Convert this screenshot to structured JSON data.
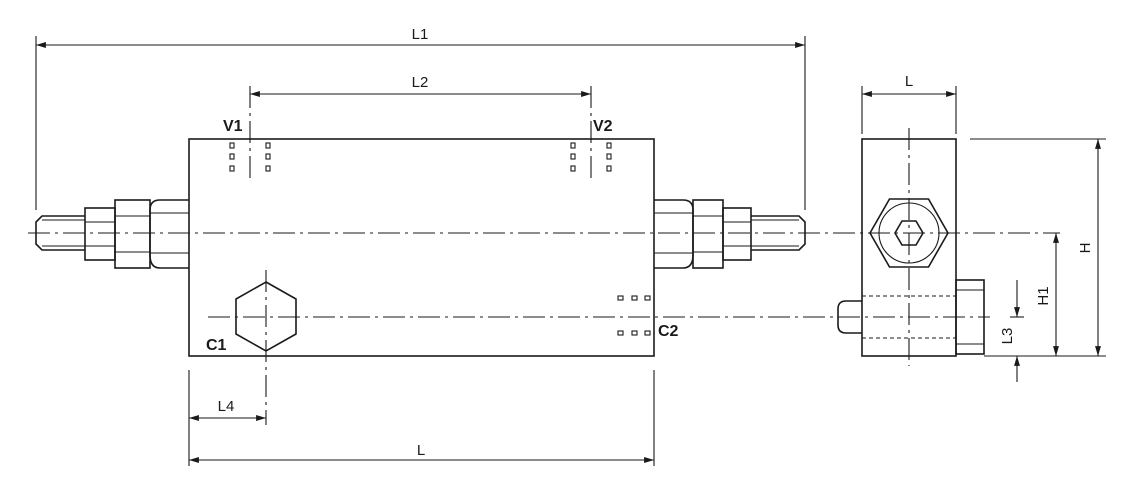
{
  "labels": {
    "l1": "L1",
    "l2": "L2",
    "l3": "L3",
    "l4": "L4",
    "l_main": "L",
    "l_side": "L",
    "h": "H",
    "h1": "H1",
    "v1": "V1",
    "v2": "V2",
    "c1": "C1",
    "c2": "C2"
  },
  "style": {
    "line_color": "#1a1a1a",
    "background": "#ffffff"
  }
}
